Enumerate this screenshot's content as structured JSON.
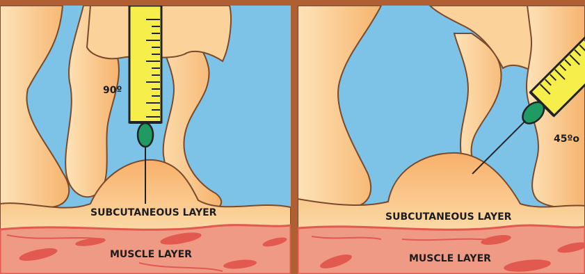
{
  "colors": {
    "frame": "#b05f33",
    "sky": "#7dc3e8",
    "skin_light": "#fbd9a4",
    "skin_mid": "#f6b773",
    "outline": "#7a4a2a",
    "muscle": "#ef9a85",
    "muscle_dark": "#e2594f",
    "syringe_yellow": "#f6ef4b",
    "needle_hub": "#1f9a63"
  },
  "panels": [
    {
      "angle_label": "90º",
      "subcutaneous_label": "SUBCUTANEOUS LAYER",
      "muscle_label": "MUSCLE LAYER",
      "injection_angle_degrees": 90
    },
    {
      "angle_label": "45ºo",
      "subcutaneous_label": "SUBCUTANEOUS LAYER",
      "muscle_label": "MUSCLE LAYER",
      "injection_angle_degrees": 45
    }
  ]
}
